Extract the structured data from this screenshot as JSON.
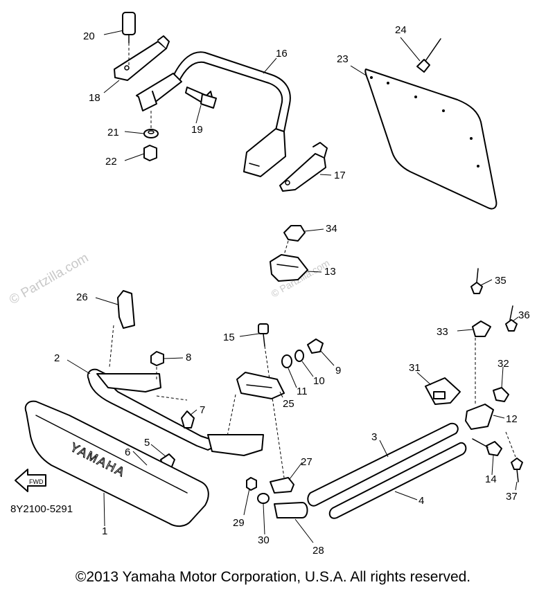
{
  "watermark": {
    "text": "© Partzilla.com"
  },
  "diagram_code": "8Y2100-5291",
  "fwd_label": "FWD",
  "brand_text": "YAMAHA",
  "callouts": [
    "1",
    "2",
    "3",
    "4",
    "5",
    "6",
    "7",
    "8",
    "9",
    "10",
    "11",
    "12",
    "13",
    "14",
    "15",
    "16",
    "17",
    "18",
    "19",
    "20",
    "21",
    "22",
    "23",
    "24",
    "25",
    "26",
    "27",
    "28",
    "29",
    "30",
    "31",
    "32",
    "33",
    "34",
    "35",
    "36",
    "37"
  ],
  "copyright": "©2013 Yamaha Motor Corporation, U.S.A. All rights reserved."
}
